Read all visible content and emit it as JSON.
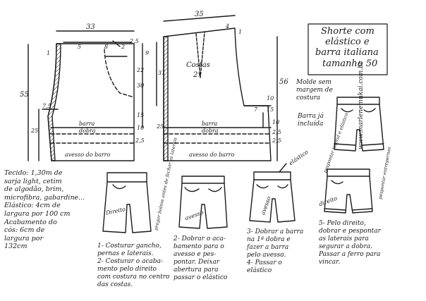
{
  "title_box": {
    "lines": [
      "Shorte com",
      "elástico e",
      "barra italiana",
      "tamanho 50"
    ]
  },
  "website": "www.marlenemukai.com.br",
  "notes": [
    "Molde sem margem de costura",
    "Barra já incluída"
  ],
  "front_piece": {
    "width": "33",
    "length": "55",
    "labels": {
      "barra": "barra",
      "dobra": "dobra",
      "avesso": "avesso do barro",
      "m1": "1",
      "m8": "8",
      "m5": "5",
      "m2": "2",
      "m25": "2,5",
      "m7_5": "7,5",
      "m30": "30",
      "m15": "15",
      "m22": "22",
      "m9": "9",
      "m25b": "25",
      "m25c": "2,5",
      "m10": "10"
    }
  },
  "back_piece": {
    "width": "35",
    "length": "56",
    "center_label": [
      "Costas",
      "2x"
    ],
    "labels": {
      "barra": "barra",
      "dobra": "dobra",
      "avesso": "avesso do barro",
      "m31": "31",
      "m10": "10",
      "m15": "15",
      "m7": "7",
      "m25": "25",
      "m25b": "2,5",
      "m25c": "2,5",
      "m10b": "10",
      "m4": "4",
      "m1": "1"
    }
  },
  "fabric_block": [
    "Tecido: 1,30m de",
    "sarja light, cetim",
    "de algodão, brim,",
    "microfibra, gabardine...",
    "Elástico: 4cm de",
    "largura por 100 cm",
    "Acabamento do",
    "cós: 6cm de",
    "largura por",
    "132cm"
  ],
  "steps": [
    {
      "lines": [
        "1- Costurar gancho,",
        "pernas e laterais.",
        "2- Costurar o acaba-",
        "mento pelo direito",
        "com costura no centro",
        "das costas."
      ]
    },
    {
      "lines": [
        "2- Dobrar o aca-",
        "bamento para o",
        "avesso e pes-",
        "pontar. Deixar",
        "abertura para",
        "passar o elástico"
      ]
    },
    {
      "lines": [
        "3- Dobrar a barra",
        "na 1ª dobra e",
        "fazer a barra",
        "pelo avesso.",
        "4- Passar o",
        "elástico"
      ]
    },
    {
      "lines": [
        "5- Pelo direito,",
        "dobrar e pespontar",
        "as laterais para",
        "segurar a dobra.",
        "Passar a ferro para",
        "vincar."
      ]
    }
  ],
  "sketch_labels": {
    "direito1": "Direito",
    "pregar_bolsos": "pregar bolsos antes de fechar as laterais",
    "avesso1": "avesso",
    "avesso2": "avesso",
    "elastico": "elástico",
    "direito2": "direito",
    "pesp_lateral": "pespontar lateral e elástico",
    "pesp_entrep": "pespontar entrepernas"
  }
}
